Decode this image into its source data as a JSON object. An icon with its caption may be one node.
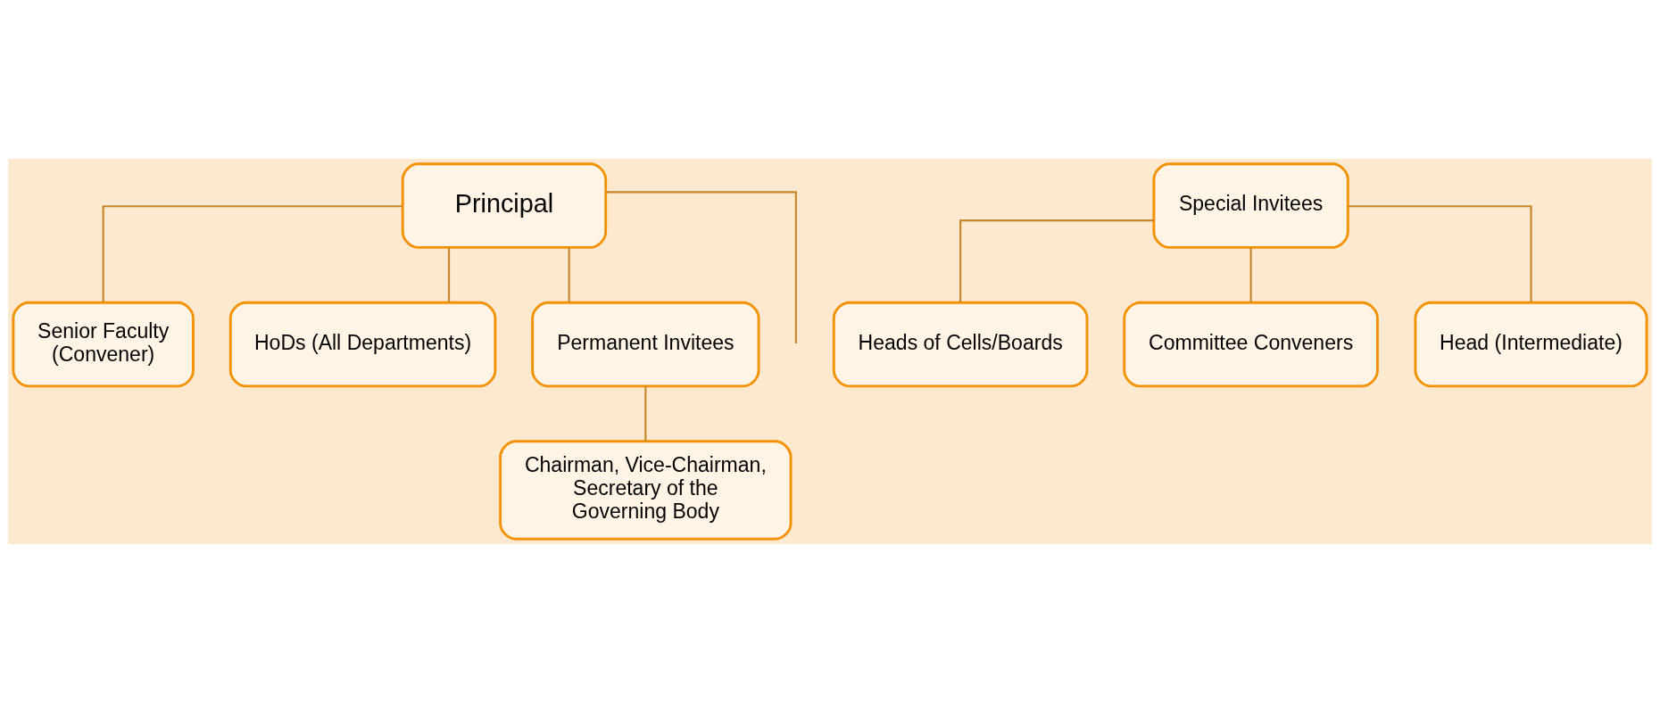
{
  "diagram": {
    "nodes": [
      {
        "text": [
          "Principal"
        ]
      },
      {
        "text": [
          "Senior Faculty (Convener)"
        ]
      },
      {
        "text": [
          "HoDs (All Departments)"
        ]
      },
      {
        "text": [
          "Permanent Invitees"
        ]
      },
      {
        "text": [
          "Special Invitees"
        ]
      },
      {
        "text": [
          "Chairman, Vice-Chairman, Secretary of the Governing Body"
        ]
      },
      {
        "text": [
          "Heads of Cells/Boards"
        ]
      },
      {
        "text": [
          "Committee Conveners"
        ]
      },
      {
        "text": [
          "Head (Intermediate)"
        ]
      }
    ],
    "edges": [
      {
        "from": 0,
        "to": 1,
        "arrow": "none"
      },
      {
        "from": 0,
        "to": 2,
        "arrow": "none"
      },
      {
        "from": 0,
        "to": 3,
        "arrow": "none"
      },
      {
        "from": 0,
        "to": null,
        "arrow": "none"
      },
      {
        "from": 3,
        "to": 5,
        "arrow": "none"
      },
      {
        "from": 4,
        "to": 6,
        "arrow": "none"
      },
      {
        "from": 4,
        "to": 7,
        "arrow": "none"
      },
      {
        "from": 4,
        "to": 8,
        "arrow": "none"
      }
    ]
  }
}
